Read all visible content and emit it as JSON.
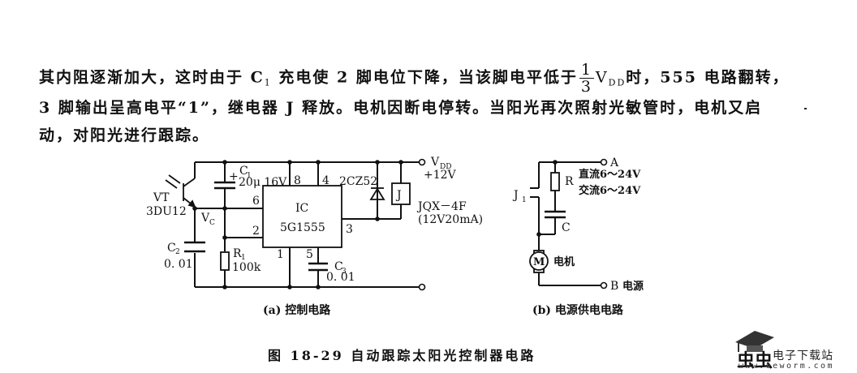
{
  "paragraph": {
    "line1_a": "其内阻逐渐加大，这时由于 C",
    "line1_c1_sub": "1",
    "line1_b": " 充电使 2 脚电位下降，当该脚电平低于",
    "frac_num": "1",
    "frac_den": "3",
    "line1_v": "V",
    "line1_vdd_sub": "DD",
    "line1_c": "时，555 电路翻转，",
    "line2": "3 脚输出呈高电平“1”，继电器 J 释放。电机因断电停转。当阳光再次照射光敏管时，电机又启",
    "line3": "动，对阳光进行跟踪。"
  },
  "circuit_a": {
    "vt_label": "VT",
    "vt_model": "3DU12",
    "c1_label": "C",
    "c1_sub": "1",
    "c1_value": "20μ 16V",
    "c1_plus": "+",
    "vc_label": "V",
    "vc_sub": "C",
    "c2_label": "C",
    "c2_sub": "2",
    "c2_value": "0. 01",
    "r1_label": "R",
    "r1_sub": "1",
    "r1_value": "100k",
    "ic_label": "IC",
    "ic_model": "5G1555",
    "pin_8": "8",
    "pin_4": "4",
    "pin_6": "6",
    "pin_2": "2",
    "pin_3": "3",
    "pin_1": "1",
    "pin_5": "5",
    "c3_label": "C",
    "c3_sub": "3",
    "c3_value": "0. 01",
    "diode_model": "2CZ52",
    "relay_label": "J",
    "vdd_label": "V",
    "vdd_sub": "DD",
    "vdd_value": "+12V",
    "relay_model": "JQX－4F",
    "relay_spec": "(12V20mA)",
    "caption": "(a)  控制电路"
  },
  "circuit_b": {
    "terminal_a": "A",
    "terminal_b": "B",
    "r_label": "R",
    "c_label": "C",
    "j1_label": "J",
    "j1_sub": "1",
    "dc_range": "直流6～24V",
    "ac_range": "交流6～24V",
    "motor_symbol": "M",
    "motor_label": "电机",
    "power_label": "电源",
    "caption": "(b)  电源供电电路"
  },
  "figure": {
    "title": "图 18-29    自动跟踪太阳光控制器电路"
  },
  "watermark": {
    "logo_text": "电子下载站",
    "url": "www.eeworm.com",
    "brand_color": "#e02020"
  }
}
